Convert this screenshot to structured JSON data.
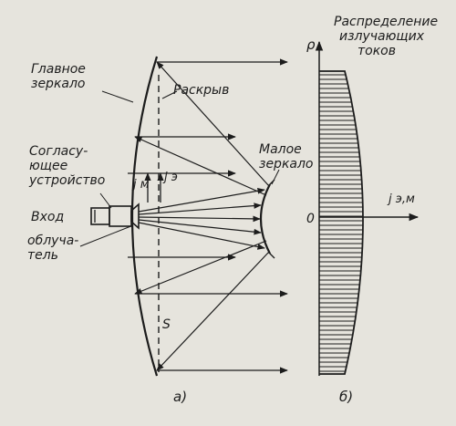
{
  "labels": {
    "main_mirror_1": "Главное",
    "main_mirror_2": "зеркало",
    "aperture": "Раскрыв",
    "matching_1": "Согласу-",
    "matching_2": "ющее",
    "matching_3": "устройство",
    "input": "Вход",
    "feed_1": "облуча-",
    "feed_2": "тель",
    "small_mirror_1": "Малое",
    "small_mirror_2": "зеркало",
    "j_m": "j м",
    "j_e": "j э",
    "s": "S",
    "rho": "ρ",
    "zero": "0",
    "j_em": "j э,м",
    "distribution_1": "Распределение",
    "distribution_2": "излучающих",
    "distribution_3": "токов",
    "caption_a": "а)",
    "caption_b": "б)"
  },
  "colors": {
    "ink": "#1c1c1c",
    "paper": "#e6e4dd"
  }
}
